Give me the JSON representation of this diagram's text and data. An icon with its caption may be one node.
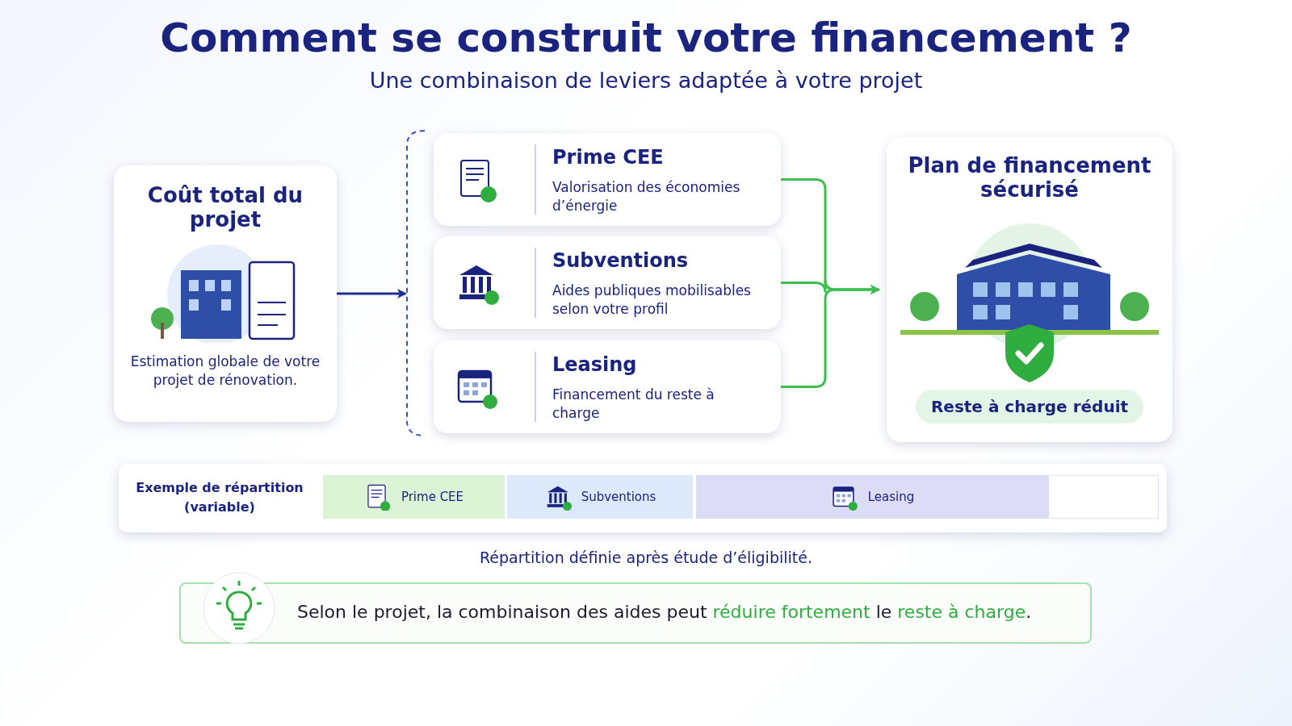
{
  "diagram": {
    "title": "Comment se construit votre financement ?",
    "nodes": [
      {
        "text": [
          "Coût total du projet",
          "Estimation globale de votre projet de rénovation."
        ]
      },
      {
        "text": [],
        "shape": "bracket"
      },
      {
        "text": [
          "Prime CEE",
          "Valorisation des économies d’énergie"
        ]
      },
      {
        "text": [
          "Subventions",
          "Aides publiques mobilisables selon votre profil"
        ]
      },
      {
        "text": [
          "Leasing",
          "Financement du reste à charge"
        ]
      },
      {
        "text": [
          "Plan de financement sécurisé",
          "Reste à charge réduit"
        ]
      }
    ],
    "edges": [
      {
        "from": 0,
        "to": 1,
        "arrow": "to",
        "color": "#1f2f8f"
      },
      {
        "from": 2,
        "to": 5,
        "arrow": "to"
      },
      {
        "from": 3,
        "to": 5,
        "arrow": "to"
      },
      {
        "from": 4,
        "to": 5,
        "arrow": "to"
      }
    ],
    "labels": [
      "Une combinaison de leviers adaptée à votre projet",
      "Exemple de répartition (variable)",
      "Prime CEE",
      "Subventions",
      "Leasing",
      "Répartition définie après étude d’éligibilité.",
      "Selon le projet, la combinaison des aides peut **réduire fortement** le **reste à charge**."
    ]
  }
}
